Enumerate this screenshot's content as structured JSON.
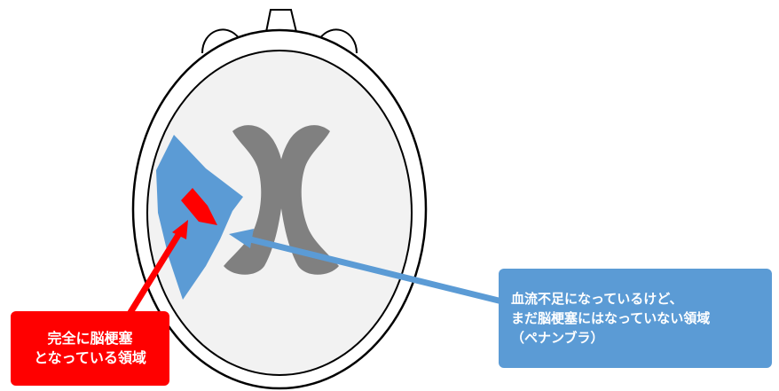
{
  "callouts": {
    "infarct": {
      "line1": "完全に脳梗塞",
      "line2": "となっている領域"
    },
    "penumbra": {
      "line1": "血流不足になっているけど、",
      "line2": "まだ脳梗塞にはなっていない領域",
      "line3": "（ペナンブラ）"
    }
  },
  "colors": {
    "infarct": "#ff0000",
    "penumbra": "#5b9bd5",
    "ventricles": "#808080",
    "outline": "#000000",
    "brain_fill": "#f2f2f2"
  }
}
